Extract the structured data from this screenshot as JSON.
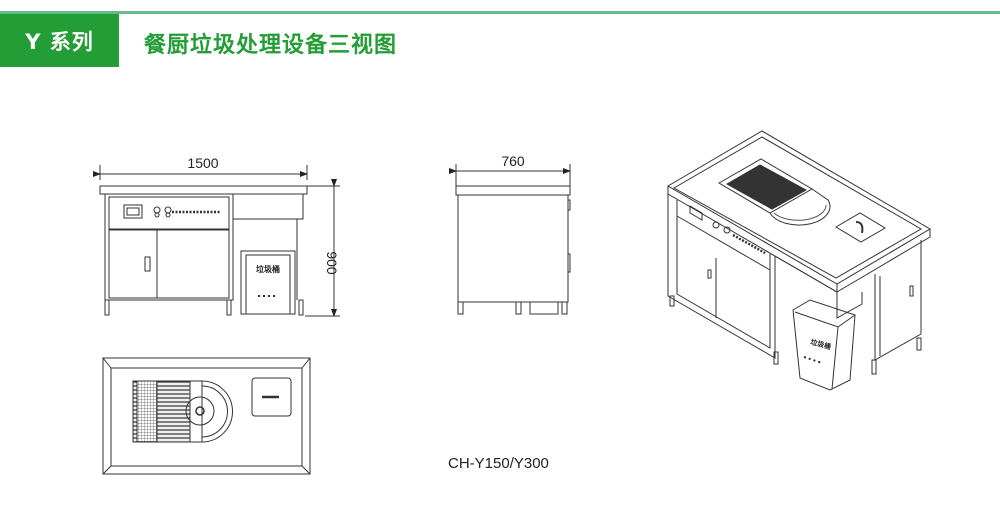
{
  "header": {
    "series_label": "Y 系列",
    "title": "餐厨垃圾处理设备三视图",
    "accent_color": "#239e37",
    "rule_color": "#5fbf74"
  },
  "views": {
    "front": {
      "name": "front-view",
      "width_dimension": "1500",
      "height_dimension": "900"
    },
    "side": {
      "name": "side-view",
      "depth_dimension": "760"
    },
    "top": {
      "name": "top-view"
    },
    "isometric": {
      "name": "isometric-view"
    }
  },
  "model": {
    "label": "CH-Y150/Y300"
  }
}
